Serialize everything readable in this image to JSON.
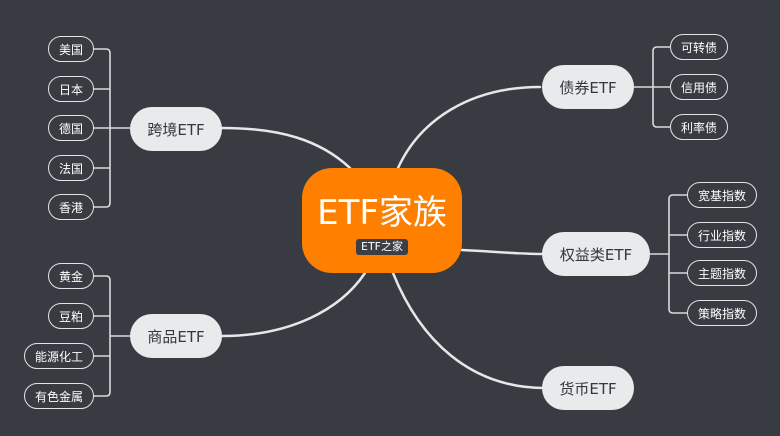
{
  "root": {
    "title": "ETF家族",
    "tag": "ETF之家"
  },
  "branches": {
    "cross_border": {
      "label": "跨境ETF",
      "children": [
        "美国",
        "日本",
        "德国",
        "法国",
        "香港"
      ]
    },
    "commodity": {
      "label": "商品ETF",
      "children": [
        "黄金",
        "豆粕",
        "能源化工",
        "有色金属"
      ]
    },
    "bond": {
      "label": "债券ETF",
      "children": [
        "可转债",
        "信用债",
        "利率债"
      ]
    },
    "equity": {
      "label": "权益类ETF",
      "children": [
        "宽基指数",
        "行业指数",
        "主题指数",
        "策略指数"
      ]
    },
    "money": {
      "label": "货币ETF",
      "children": []
    }
  },
  "colors": {
    "background": "#383b41",
    "root": "#ff8000",
    "main_node": "#e9eaec",
    "line": "#e3e4e6"
  }
}
